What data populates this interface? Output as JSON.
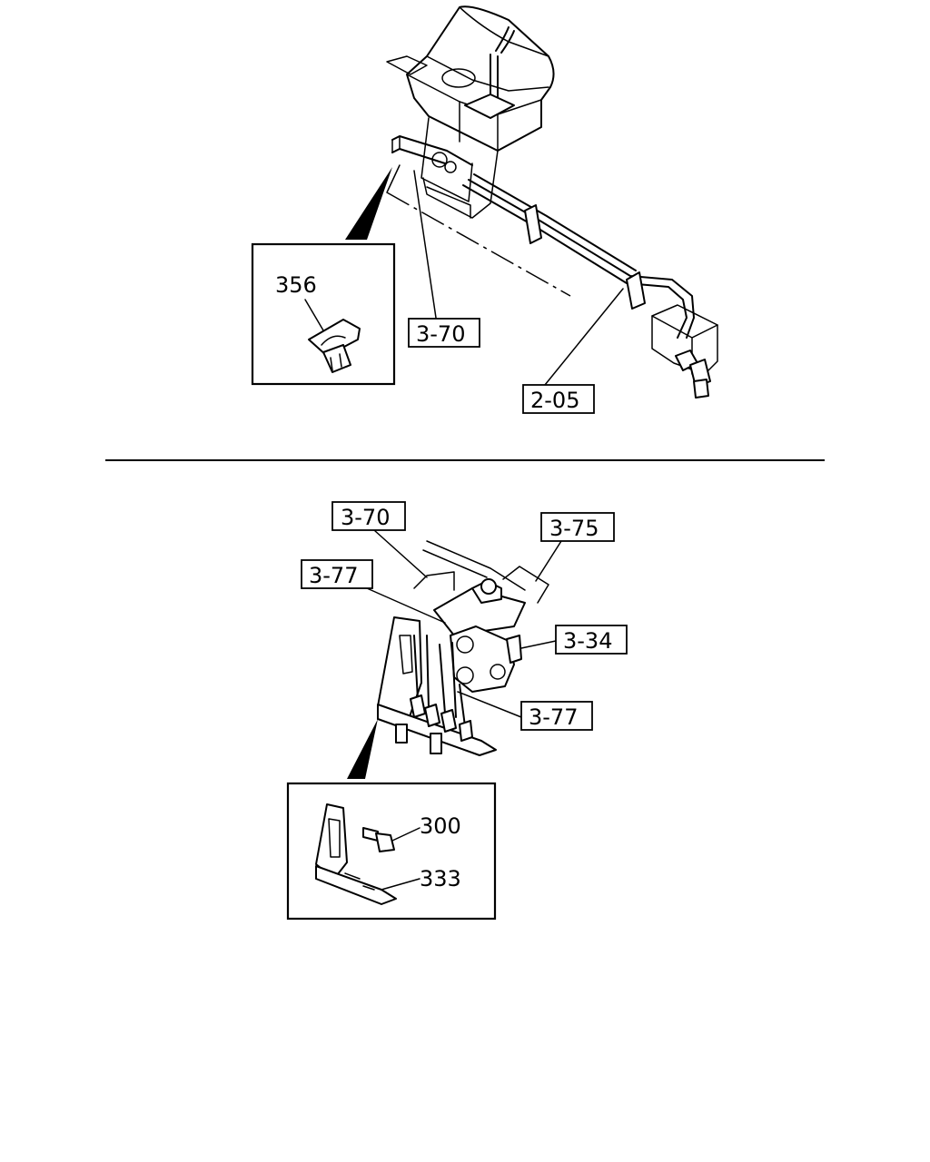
{
  "diagram": {
    "top_section": {
      "inset_part_number": "356",
      "callouts": [
        "3-70",
        "2-05"
      ]
    },
    "bottom_section": {
      "callouts": [
        "3-70",
        "3-75",
        "3-77",
        "3-34",
        "3-77"
      ],
      "inset_part_numbers": [
        "300",
        "333"
      ]
    }
  }
}
